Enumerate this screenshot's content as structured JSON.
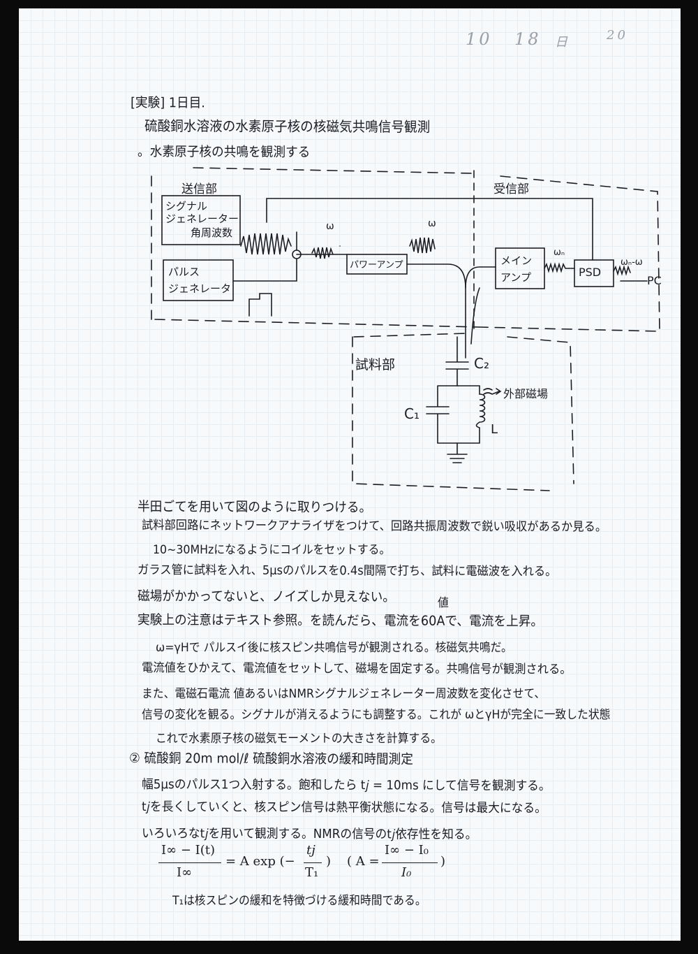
{
  "header": {
    "date_month": "10",
    "date_day": "18",
    "date_day_unit": "日",
    "date_year": "20"
  },
  "section1": {
    "heading": "[実験] 1日目.",
    "title": "硫酸銅水溶液の水素原子核の核磁気共鳴信号観測",
    "bullet": "。水素原子核の共鳴を観測する"
  },
  "circuit": {
    "transmit_label": "送信部",
    "receive_label": "受信部",
    "sample_label": "試料部",
    "signal_gen_line1": "シグナル",
    "signal_gen_line2": "ジェネレーター",
    "signal_gen_line3": "角周波数",
    "pulse_gen_line1": "パルス",
    "pulse_gen_line2": "ジェネレータ",
    "power_amp": "パワーアンプ",
    "main_amp_line1": "メイン",
    "main_amp_line2": "アンプ",
    "psd": "PSD",
    "omega1": "ω",
    "omega2": "ω",
    "omega_n": "ωₙ",
    "omega_diff": "ωₙ-ω",
    "pc": "PC",
    "c2": "C₂",
    "c1": "C₁",
    "inductor": "L",
    "external_field": "外部磁場"
  },
  "lines": [
    "半田ごてを用いて図のように取りつける。",
    "試料部回路にネットワークアナライザをつけて、回路共振周波数で鋭い吸収があるか見る。",
    "10~30MHzになるようにコイルをセットする。",
    "ガラス管に試料を入れ、5μsのパルスを0.4s間隔で打ち、試料に電磁波を入れる。",
    "磁場がかかってないと、ノイズしか見えない。",
    "実験上の注意はテキスト参照。を読んだら、電流を60Aで、電流を上昇。",
    "ω=γHで パルスイ後に核スピン共鳴信号が観測される。核磁気共鳴だ。",
    "電流値をひかえて、電流値をセットして、磁場を固定する。共鳴信号が観測される。",
    "また、電磁石電流 値あるいはNMRシグナルジェネレーター周波数を変化させて、",
    "信号の変化を観る。シグナルが消えるようにも調整する。これが ωとγHが完全に一致した状態",
    "これで水素原子核の磁気モーメントの大きさを計算する。"
  ],
  "line5_annotation": "値",
  "section2": {
    "heading": "② 硫酸銅 20m mol/ℓ 硫酸銅水溶液の緩和時間測定",
    "lines": [
      "幅5μsのパルス1つ入射する。飽和したら t𝑗 = 10ms にして信号を観測する。",
      "t𝑗を長くしていくと、核スピン信号は熱平衡状態になる。信号は最大になる。",
      "いろいろなt𝑗を用いて観測する。NMRの信号のt𝑗依存性を知る。"
    ],
    "formula": {
      "lhs_num": "I∞ − I(t)",
      "lhs_den": "I∞",
      "mid": "= A exp (−",
      "tj": "tj",
      "t1": "T₁",
      "close": ")",
      "a_open": "( A =",
      "a_num": "I∞ − I₀",
      "a_den": "I₀",
      "a_close": ")"
    },
    "last": "T₁は核スピンの緩和を特徴づける緩和時間である。"
  }
}
